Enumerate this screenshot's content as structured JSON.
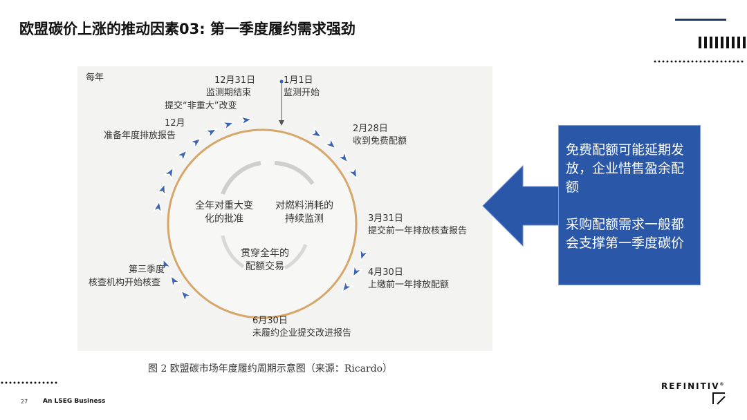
{
  "slide": {
    "title": "欧盟碳价上涨的推动因素03: 第一季度履约需求强劲",
    "page_number": "27",
    "footer_text": "An LSEG Business",
    "brand": "REFINITIV",
    "brand_mark": "®"
  },
  "figure": {
    "corner_label": "每年",
    "labels": {
      "dec31_date": "12月31日",
      "dec31_l1": "监测期结束",
      "dec31_l2": "提交“非重大”改变",
      "jan1_date": "1月1日",
      "jan1_text": "监测开始",
      "feb28_date": "2月28日",
      "feb28_text": "收到免费配额",
      "mar31_date": "3月31日",
      "mar31_text": "提交前一年排放核查报告",
      "apr30_date": "4月30日",
      "apr30_text": "上缴前一年排放配额",
      "jun30_date": "6月30日",
      "jun30_text": "未履约企业提交改进报告",
      "q3_l1": "第三季度",
      "q3_l2": "核查机构开始核查",
      "dec_date": "12月",
      "dec_text": "准备年度排放报告"
    },
    "center": {
      "left_l1": "全年对重大变",
      "left_l2": "化的批准",
      "right_l1": "对燃料消耗的",
      "right_l2": "持续监测",
      "bottom_l1": "贯穿全年的",
      "bottom_l2": "配额交易"
    },
    "caption": "图 2 欧盟碳市场年度履约周期示意图（来源：Ricardo）"
  },
  "callout": {
    "p1": "免费配额可能延期发放，企业惜售盈余配额",
    "p2": "采购配额需求一般都会支撑第一季度碳价"
  },
  "colors": {
    "callout_bg": "#2a57a8",
    "cycle_ring": "#d6a66a",
    "arrow_blue": "#3b63b4",
    "title_line": "#1f3a68"
  }
}
